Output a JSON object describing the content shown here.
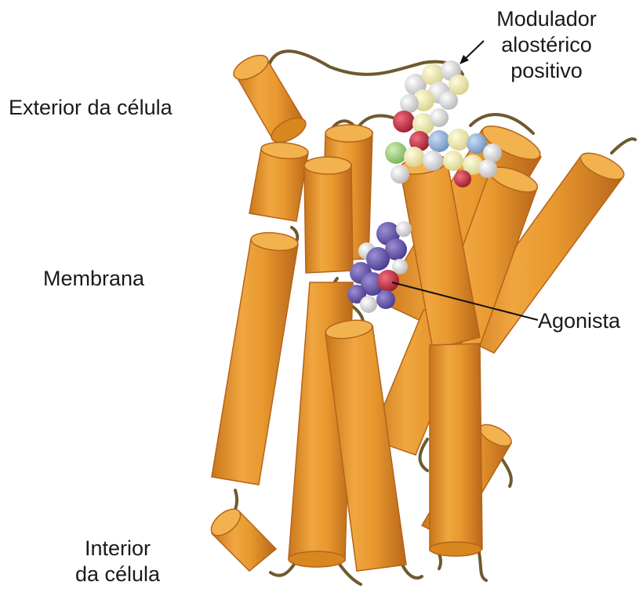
{
  "labels": {
    "exterior": "Exterior da célula",
    "membrane": "Membrana",
    "interior_line1": "Interior",
    "interior_line2": "da célula",
    "modulator_line1": "Modulador",
    "modulator_line2": "alostérico",
    "modulator_line3": "positivo",
    "agonist": "Agonista"
  },
  "colors": {
    "helix_fill": "#E8982E",
    "helix_shade": "#C9761A",
    "helix_top": "#F2B24E",
    "helix_outline": "#B5641A",
    "loop": "#6E5A2E",
    "agonist_atoms": "#5B4A9E",
    "agonist_center": "#D0314A",
    "modulator_atoms": "#F3EFB0",
    "modulator_hydrogen": "#E6E6E6",
    "modulator_oxygen": "#C0283A",
    "modulator_nitrogen": "#8FB3E0",
    "modulator_chlorine": "#9ACF7A"
  }
}
